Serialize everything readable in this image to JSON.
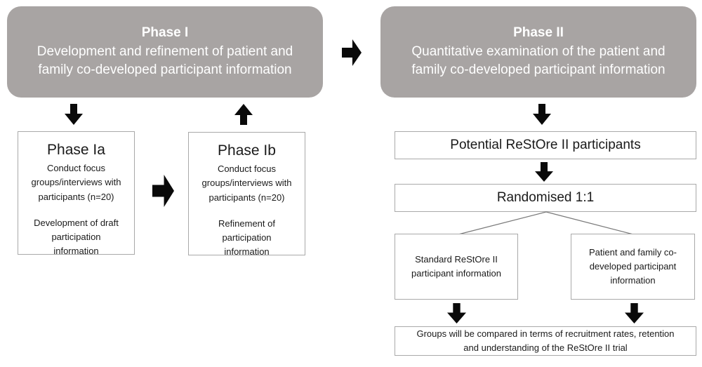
{
  "colors": {
    "background": "#ffffff",
    "phase_box_bg": "#a8a4a3",
    "phase_box_text": "#ffffff",
    "node_border": "#a9a9a9",
    "node_text": "#1a1a1a",
    "arrow_fill": "#0a0a0a",
    "connector_line": "#7a7a7a"
  },
  "diagram": {
    "phase1": {
      "title": "Phase I",
      "description": "Development and refinement of patient and\nfamily co-developed participant information"
    },
    "phase2": {
      "title": "Phase II",
      "description": "Quantitative examination of the patient and\nfamily co-developed participant information"
    },
    "phase1a": {
      "title": "Phase Ia",
      "activity": "Conduct focus\ngroups/interviews with\nparticipants (n=20)",
      "output": "Development of draft\nparticipation\ninformation"
    },
    "phase1b": {
      "title": "Phase Ib",
      "activity": "Conduct focus\ngroups/interviews with\nparticipants (n=20)",
      "output": "Refinement of\nparticipation\ninformation"
    },
    "potential_participants": {
      "label": "Potential ReStOre II participants"
    },
    "randomisation": {
      "label": "Randomised 1:1"
    },
    "arm_standard": {
      "label": "Standard ReStOre II\nparticipant information"
    },
    "arm_codeveloped": {
      "label": "Patient and family co-\ndeveloped participant\ninformation"
    },
    "outcome": {
      "label": "Groups will be compared in terms of recruitment rates, retention\nand understanding of the ReStOre II trial"
    }
  }
}
